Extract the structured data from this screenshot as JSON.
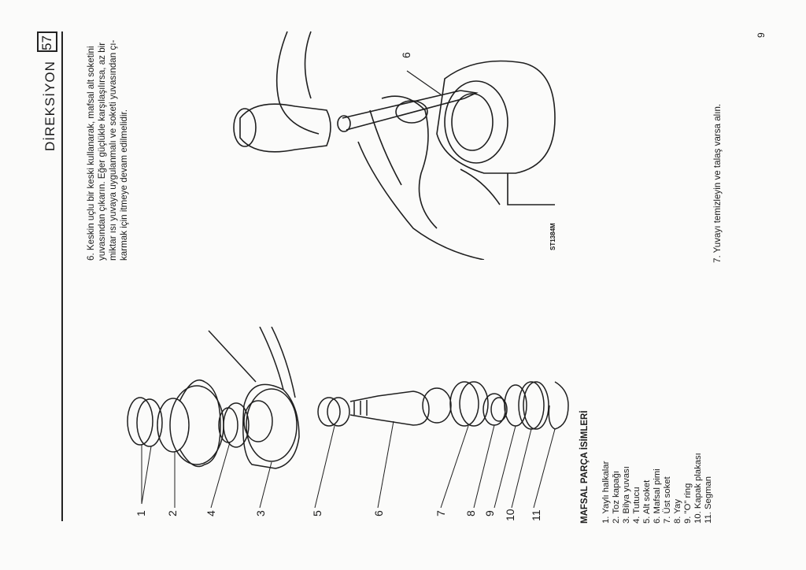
{
  "header": {
    "page_number": "57",
    "title": "DİREKSİYON"
  },
  "step6": {
    "lines": [
      "6. Keskin uçlu bir keski kullanarak, mafsal alt soketini",
      "yuvasından çıkarın. Eğer güçlükle karşılaşılırsa, az bir",
      "miktar ısı yuvaya uygulanmalı ve soketi yuvasından çı-",
      "karmak için itmeye devam edilmelidir."
    ]
  },
  "figure_top": {
    "callout": "6",
    "ref_code": "ST1384M"
  },
  "step7": {
    "text": "7. Yuvayı temizleyin ve talaş varsa alın."
  },
  "parts": {
    "title": "MAFSAL PARÇA İSİMLERİ",
    "items": [
      "1. Yaylı halkalar",
      "2. Toz kapağı",
      "3. Bilya yuvası",
      "4. Tutucu",
      "5. Alt soket",
      "6. Mafsal pimi",
      "7. Üst soket",
      "8. Yay",
      "9. \"O\" ring",
      "10. Kapak plakası",
      "11. Segman"
    ]
  },
  "figure_bottom": {
    "callouts": [
      "1",
      "2",
      "4",
      "3",
      "5",
      "6",
      "7",
      "8",
      "9",
      "10",
      "11"
    ]
  },
  "footer": {
    "page_marker": "9"
  }
}
